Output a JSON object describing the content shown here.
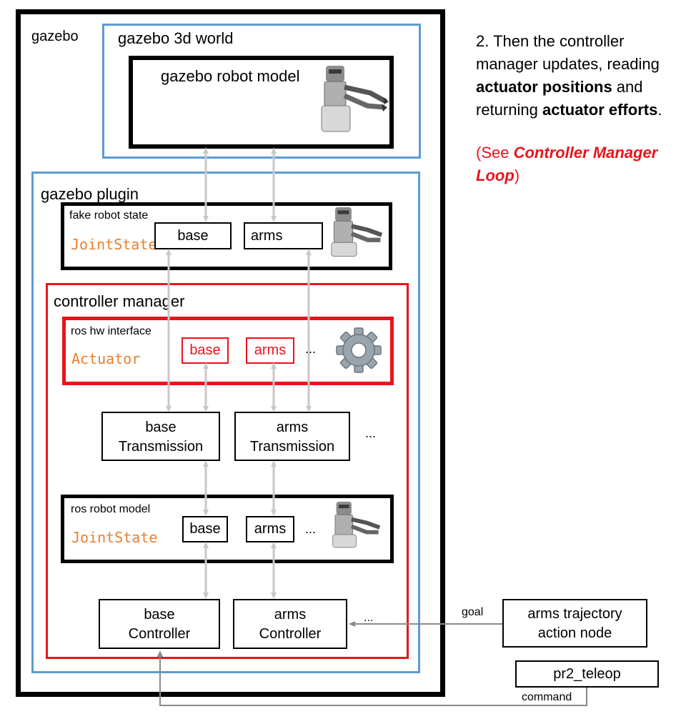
{
  "labels": {
    "gazebo": "gazebo",
    "world": "gazebo 3d world",
    "robot_model": "gazebo robot model",
    "plugin": "gazebo plugin",
    "fake_state": "fake robot state",
    "fake_jointstate": "JointState",
    "fake_base": "base",
    "fake_arms": "arms",
    "cm": "controller manager",
    "hw": "ros hw interface",
    "actuator": "Actuator",
    "hw_base": "base",
    "hw_arms": "arms",
    "hw_dots": "...",
    "trans_base_1": "base",
    "trans_base_2": "Transmission",
    "trans_arms_1": "arms",
    "trans_arms_2": "Transmission",
    "trans_dots": "...",
    "rosmodel": "ros robot model",
    "ros_jointstate": "JointState",
    "ros_base": "base",
    "ros_arms": "arms",
    "ros_dots": "...",
    "ctrl_base_1": "base",
    "ctrl_base_2": "Controller",
    "ctrl_arms_1": "arms",
    "ctrl_arms_2": "Controller",
    "ctrl_dots": "...",
    "goal": "goal",
    "traj_1": "arms trajectory",
    "traj_2": "action node",
    "teleop": "pr2_teleop",
    "command": "command"
  },
  "note": {
    "line1": "2. Then the controller",
    "line2": "manager updates, reading",
    "line3_bold": "actuator positions",
    "line3_rest": " and",
    "line4_pre": "returning ",
    "line4_bold": "actuator efforts",
    "line4_end": ".",
    "see_pre": "(See ",
    "see_bold1": "Controller Manager",
    "see_bold2": "Loop",
    "see_end": ")"
  },
  "icons": [
    "robot-icon",
    "gear-icon"
  ],
  "colors": {
    "blue": "#5b9bd5",
    "red": "#e8141c",
    "orange": "#e8802f",
    "arrow": "#c8c8c8",
    "gray_line": "#8a8a8a"
  }
}
